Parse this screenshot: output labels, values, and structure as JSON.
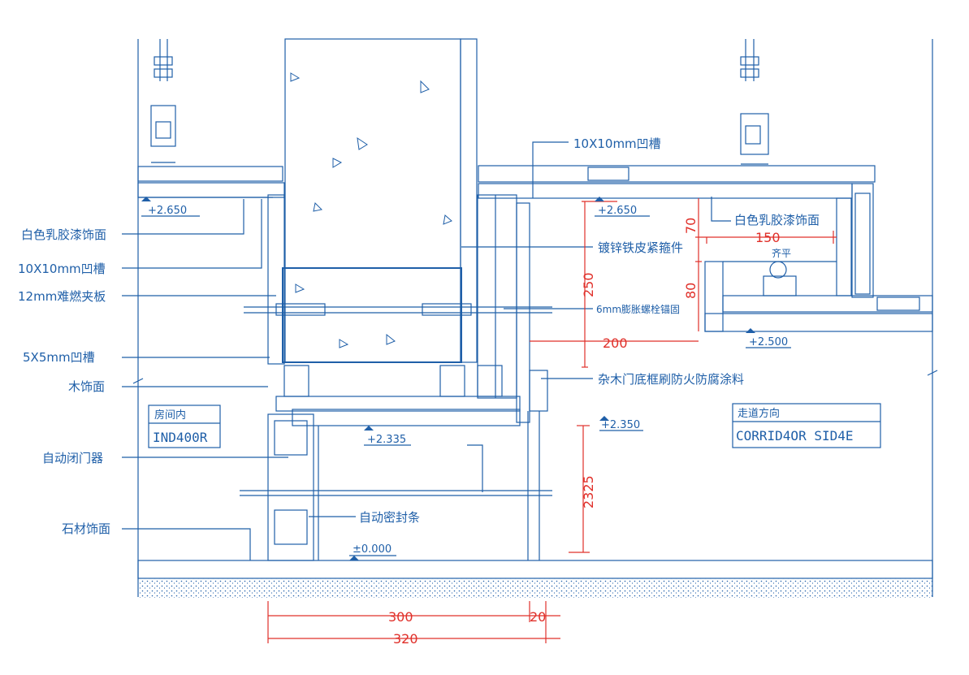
{
  "colors": {
    "line": "#1f5fa8",
    "dimension": "#e0302a",
    "background": "#ffffff"
  },
  "labels": {
    "paint_left": "白色乳胶漆饰面",
    "groove_10_left": "10X10mm凹槽",
    "board_12": "12mm难燃夹板",
    "groove_5": "5X5mm凹槽",
    "wood_finish": "木饰面",
    "door_closer": "自动闭门器",
    "stone_finish": "石材饰面",
    "groove_10_top": "10X10mm凹槽",
    "paint_right": "白色乳胶漆饰面",
    "galvanized": "镀锌铁皮紧箍件",
    "anchor_bolt": "6mm膨胀螺栓锚固",
    "fireproof": "杂木门底框刷防火防腐涂料",
    "auto_seal": "自动密封条",
    "flush": "齐平"
  },
  "rooms": {
    "inside_cn": "房间内",
    "inside_en": "IND400R",
    "corridor_cn": "走道方向",
    "corridor_en": "CORRID4OR SID4E"
  },
  "levels": {
    "l2650_left": "+2.650",
    "l2650_right": "+2.650",
    "l2500": "+2.500",
    "l2335": "+2.335",
    "l2350": "+2.350",
    "l0000": "±0.000"
  },
  "dimensions": {
    "d70": "70",
    "d150": "150",
    "d80": "80",
    "d250": "250",
    "d200": "200",
    "d2325": "2325",
    "d300": "300",
    "d20": "20",
    "d320": "320"
  }
}
